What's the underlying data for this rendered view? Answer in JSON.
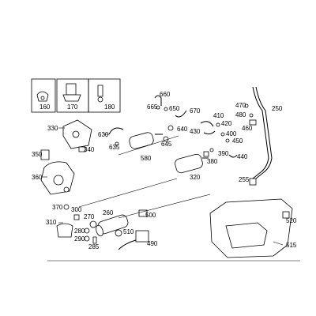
{
  "diagram": {
    "labels": {
      "l160": "160",
      "l170": "170",
      "l180": "180",
      "l330": "330",
      "l340": "340",
      "l350": "350",
      "l360": "360",
      "l370": "370",
      "l300": "300",
      "l310": "310",
      "l270": "270",
      "l280": "280",
      "l290": "290",
      "l285": "285",
      "l260": "260",
      "l500": "500",
      "l510": "510",
      "l490": "490",
      "l660": "660",
      "l665": "665",
      "l650": "650",
      "l670": "670",
      "l630": "630",
      "l640": "640",
      "l635": "635",
      "l645": "645",
      "l580": "580",
      "l320": "320",
      "l410": "410",
      "l420": "420",
      "l430": "430",
      "l400": "400",
      "l450": "450",
      "l390": "390",
      "l380": "380",
      "l440": "440",
      "l470": "470",
      "l480": "480",
      "l460": "460",
      "l250": "250",
      "l255": "255",
      "l520": "520",
      "l515": "515"
    }
  }
}
